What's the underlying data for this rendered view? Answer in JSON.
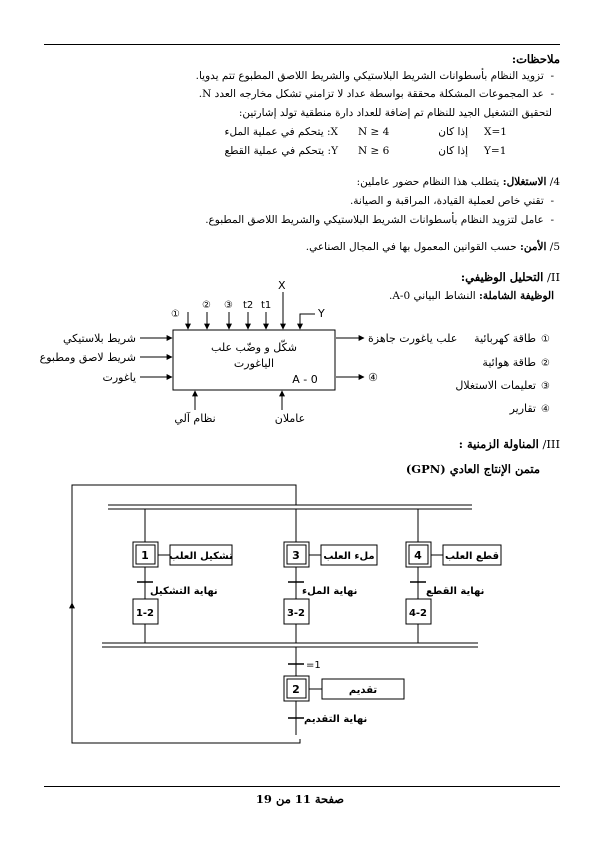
{
  "notes": {
    "heading": "ملاحظات:",
    "items": [
      "تزويد النظام بأسطوانات الشريط البلاستيكي والشريط اللاصق المطبوع تتم يدويا.",
      "عد المجموعات المشكلة محققة بواسطة عداد لا تزامني تشكل مخارجه العدد N."
    ],
    "intro": "لتحقيق التشغيل الجيد للنظام تم إضافة للعداد دارة منطقية تولد إشارتين:",
    "signals": [
      {
        "eq": "X=1",
        "cond": "إذا كان",
        "rel": "N ≥ 4",
        "desc": "X: يتحكم في عملية الملء"
      },
      {
        "eq": "Y=1",
        "cond": "إذا كان",
        "rel": "N ≥ 6",
        "desc": "Y: يتحكم في عملية القطع"
      }
    ]
  },
  "exploitation": {
    "num": "4/",
    "heading": "الاستغلال:",
    "text": "يتطلب هذا النظام حضور عاملين:",
    "items": [
      "تقني خاص لعملية القيادة، المراقبة و الصيانة.",
      "عامل لتزويد النظام بأسطوانات الشريط البلاستيكي والشريط اللاصق المطبوع."
    ]
  },
  "security": {
    "num": "5/",
    "heading": "الأمن:",
    "text": "حسب القوانين المعمول بها في المجال الصناعي."
  },
  "functional": {
    "num": "II/",
    "heading": "التحليل الوظيفي:",
    "sub_heading": "الوظيفة الشاملة:",
    "sub_text": "النشاط البياني  A-0.",
    "box_text": [
      "شكّل و وضّب علب",
      "الياغورت"
    ],
    "box_id": "A - 0",
    "inputs": [
      "شريط بلاستيكي",
      "شريط لاصق ومطبوع",
      "ياغورت"
    ],
    "output": "علب ياغورت جاهزة",
    "output_marker": "④",
    "controls": [
      "①",
      "②",
      "③",
      "t2",
      "t1"
    ],
    "signal_x": "X",
    "signal_y": "Y",
    "supports": [
      "نظام آلي",
      "عاملان"
    ],
    "legend": [
      {
        "num": "①",
        "label": "طاقة كهربائية"
      },
      {
        "num": "②",
        "label": "طاقة هوائية"
      },
      {
        "num": "③",
        "label": "تعليمات الاستغلال"
      },
      {
        "num": "④",
        "label": "تقارير"
      }
    ]
  },
  "temporal": {
    "num": "III/",
    "heading": "المناولة الزمنية :",
    "subtitle": "متمن الإنتاج العادي (GPN)",
    "steps": [
      {
        "num": "1",
        "action": "تشكيل العلب",
        "transition": "نهاية التشكيل",
        "next": "1-2"
      },
      {
        "num": "3",
        "action": "ملء العلب",
        "transition": "نهاية الملء",
        "next": "3-2"
      },
      {
        "num": "4",
        "action": "قطع العلب",
        "transition": "نهاية القطع",
        "next": "4-2"
      }
    ],
    "join_condition": "=1",
    "final_step": {
      "num": "2",
      "action": "تقديم",
      "transition": "نهاية التقديم"
    }
  },
  "footer": {
    "page": "صفحة 11 من 19"
  }
}
